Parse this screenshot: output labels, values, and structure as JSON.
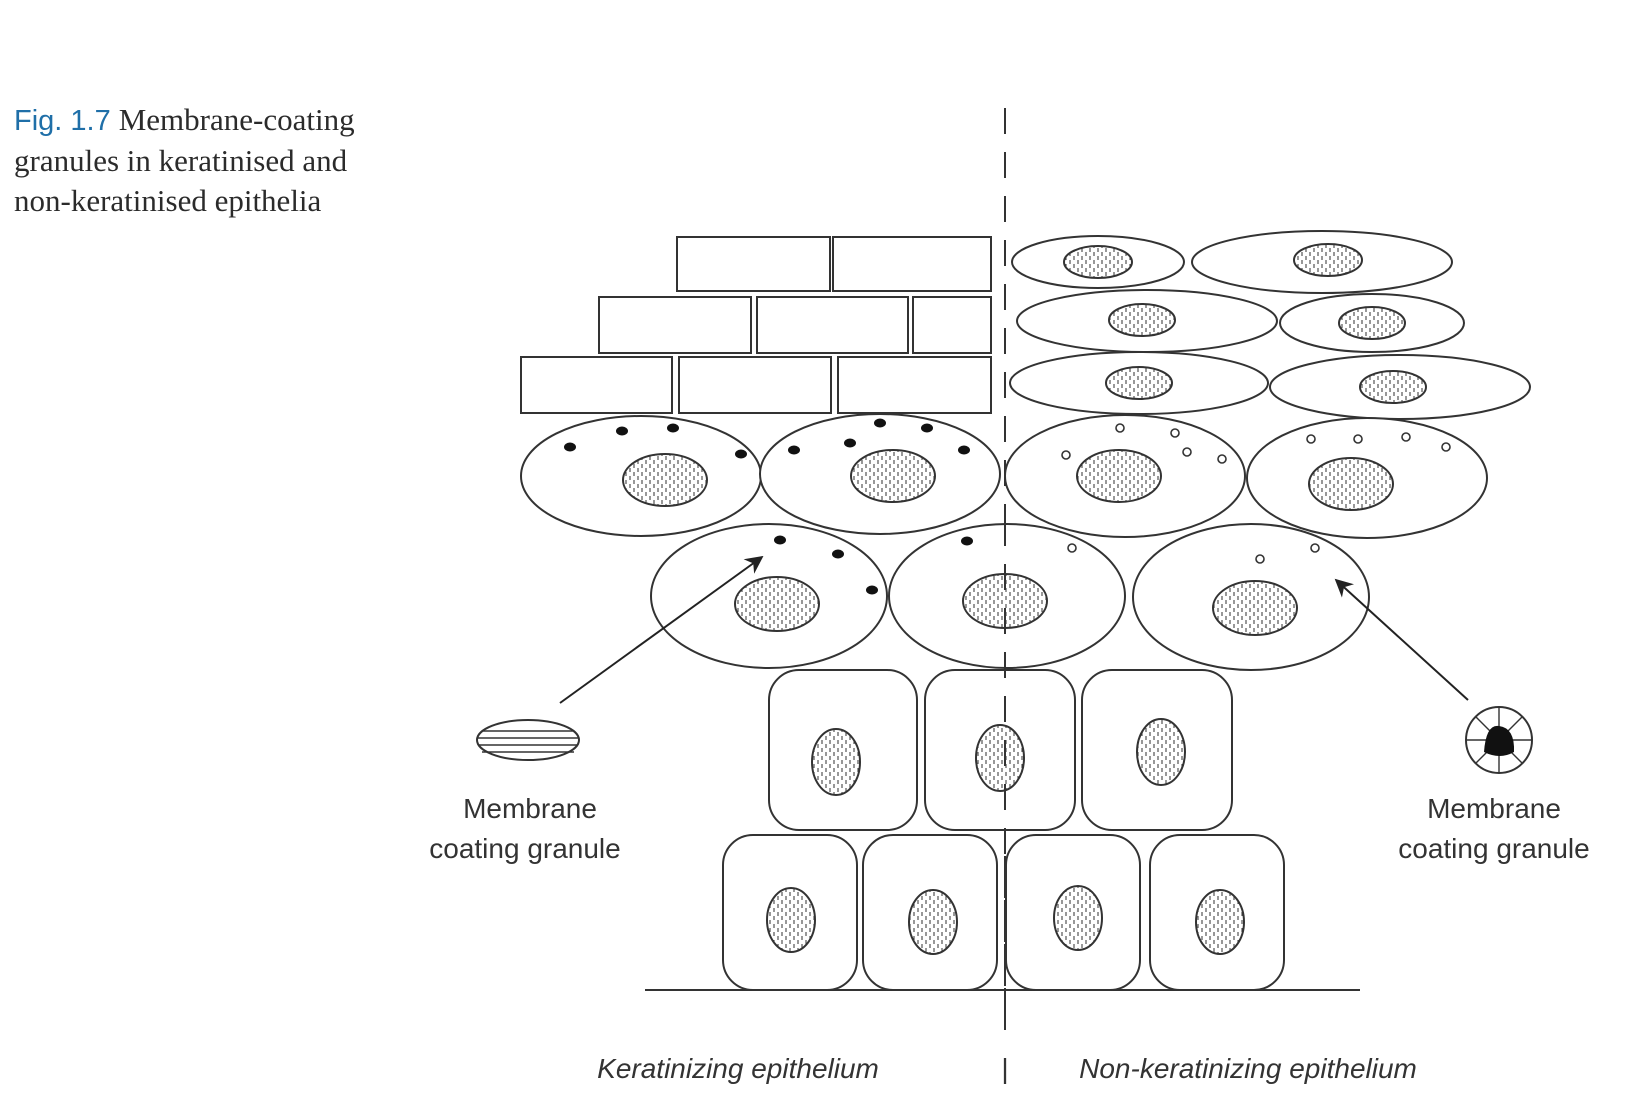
{
  "caption": {
    "figure_number": "Fig. 1.7",
    "text": "Membrane-coating granules in keratinised and non-keratinised epithelia"
  },
  "labels": {
    "left_granule_line1": "Membrane",
    "left_granule_line2": "coating granule",
    "right_granule_line1": "Membrane",
    "right_granule_line2": "coating granule",
    "left_epithelium": "Keratinizing epithelium",
    "separator": "|",
    "right_epithelium": "Non-keratinizing epithelium"
  },
  "colors": {
    "stroke": "#333333",
    "caption_accent": "#1f6fa8"
  }
}
